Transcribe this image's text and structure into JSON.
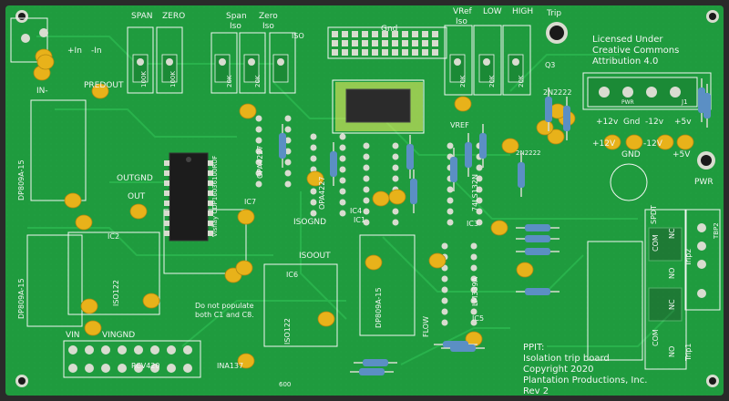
{
  "board": {
    "colors": {
      "solder_mask": "#1f9b3e",
      "trace": "#27b04b",
      "silkscreen": "#f2f6f2",
      "pad": "#d9dcd0",
      "chip": "#1c1c1c",
      "cap": "#e8b21a",
      "resistor": "#5b8fc4",
      "highlight": "#f4f060"
    },
    "license": {
      "line1": "Licensed Under",
      "line2": "Creative Commons",
      "line3": "Attribution 4.0"
    },
    "title_block": {
      "line1": "PPIT:",
      "line2": "Isolation trip board",
      "line3": "Copyright 2020",
      "line4": "Plantation Productions, Inc.",
      "line5": "Rev 2"
    },
    "top_labels": {
      "span": "SPAN",
      "zero": "ZERO",
      "span_iso_1": "Span",
      "span_iso_2": "Iso",
      "zero_iso_1": "Zero",
      "zero_iso_2": "Iso",
      "iso": "ISO",
      "gnd": "Gnd",
      "vref_1": "VRef",
      "vref_2": "Iso",
      "low": "LOW",
      "high": "HIGH",
      "trip": "Trip"
    },
    "left_labels": {
      "in_plus": "+In",
      "in_minus": "-In",
      "in_minus_pad": "IN-",
      "predout": "PREDOUT",
      "outgnd": "OUTGND",
      "out": "OUT",
      "vin": "VIN",
      "vingnd": "VINGND",
      "isognd": "ISOGND",
      "isoout": "ISOOUT",
      "dp_top": "DP809A-15",
      "dp_bottom": "DP809A-15",
      "dp_mid": "DP809A-15",
      "rcv": "RCV420",
      "ina": "INA137",
      "iso122_a": "ISO122",
      "iso122_b": "ISO122",
      "vishay": "Vishay CDP16036100RUF",
      "no_populate_1": "Do not populate",
      "no_populate_2": "both C1 and C8.",
      "resistor_label": "600"
    },
    "ic_labels": {
      "opa_a": "OPA4227",
      "opa_b": "OPA4227",
      "ls": "74LS132N",
      "lm": "LM339A",
      "ic1": "IC1",
      "ic2": "IC2",
      "ic3": "IC3",
      "ic4": "IC4",
      "ic5": "IC5",
      "ic6": "IC6",
      "ic7": "IC7",
      "q3": "Q3",
      "q3_part": "2N2222",
      "q2_part": "2N2222",
      "vref_pin": "VREF",
      "flow": "FLOW"
    },
    "power_labels": {
      "p12": "+12v",
      "gnd": "Gnd",
      "m12": "-12v",
      "p5": "+5v",
      "p12b": "+12V",
      "gndb": "GND",
      "m12b": "-12V",
      "p5b": "+5V",
      "pwr": "PWR",
      "pwr_conn": "PWR",
      "j1": "J1"
    },
    "relay_labels": {
      "spdt": "SPDT",
      "com": "COM",
      "nc": "NC",
      "no": "NO",
      "trip1": "Trip1",
      "trip2": "Trip2",
      "com2": "COM",
      "nc2": "NC",
      "no2": "NO",
      "tbp2": "TBP2"
    },
    "pot_values": {
      "v1": "100K",
      "v2": "100K",
      "v3": "20K",
      "v4": "20K",
      "v5": "20K",
      "v6": "20K",
      "v7": "20K"
    }
  }
}
